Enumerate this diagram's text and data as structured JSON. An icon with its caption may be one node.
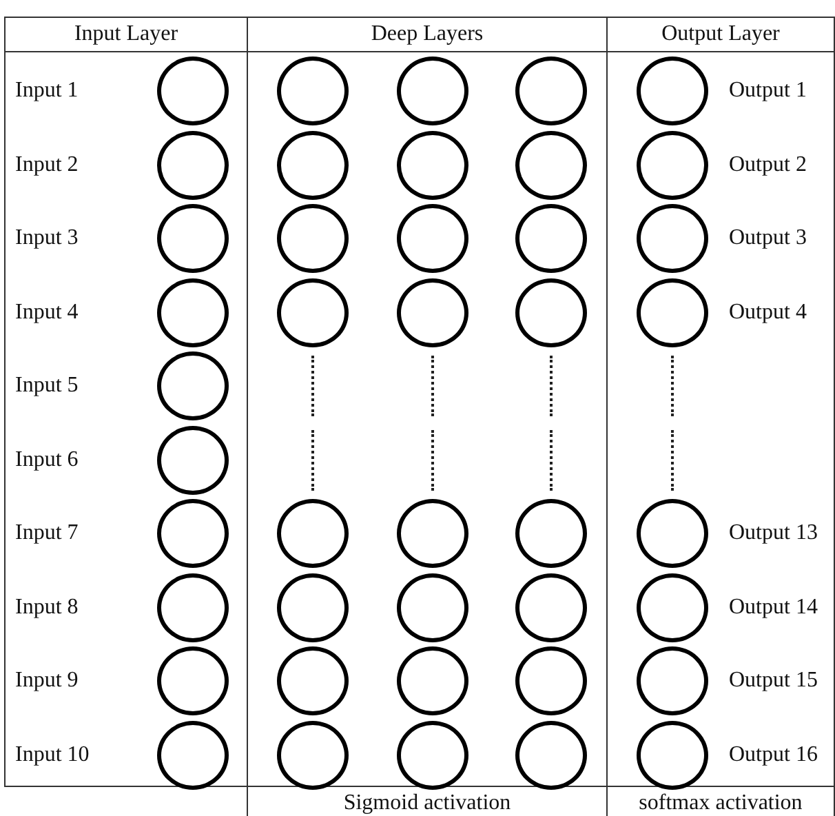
{
  "diagram": {
    "nodes": [
      {
        "text": [
          "Input Layer"
        ]
      },
      {
        "text": [],
        "shape": "circle",
        "in": 0,
        "beside": [
          "Input 1"
        ]
      },
      {
        "text": [],
        "shape": "circle",
        "in": 0,
        "beside": [
          "Input 2"
        ]
      },
      {
        "text": [],
        "shape": "circle",
        "in": 0,
        "beside": [
          "Input 3"
        ]
      },
      {
        "text": [],
        "shape": "circle",
        "in": 0,
        "beside": [
          "Input 4"
        ]
      },
      {
        "text": [],
        "shape": "circle",
        "in": 0,
        "beside": [
          "Input 5"
        ]
      },
      {
        "text": [],
        "shape": "circle",
        "in": 0,
        "beside": [
          "Input 6"
        ]
      },
      {
        "text": [],
        "shape": "circle",
        "in": 0,
        "beside": [
          "Input 7"
        ]
      },
      {
        "text": [],
        "shape": "circle",
        "in": 0,
        "beside": [
          "Input 8"
        ]
      },
      {
        "text": [],
        "shape": "circle",
        "in": 0,
        "beside": [
          "Input 9"
        ]
      },
      {
        "text": [],
        "shape": "circle",
        "in": 0,
        "beside": [
          "Input 10"
        ]
      },
      {
        "text": [
          "Deep Layers"
        ],
        "beside": [
          "Sigmoid activation"
        ]
      },
      {
        "text": [],
        "shape": "circle",
        "in": 11
      },
      {
        "text": [],
        "shape": "circle",
        "in": 11
      },
      {
        "text": [],
        "shape": "circle",
        "in": 11
      },
      {
        "text": [],
        "shape": "circle",
        "in": 11
      },
      {
        "text": [],
        "shape": "circle",
        "in": 11
      },
      {
        "text": [],
        "shape": "circle",
        "in": 11
      },
      {
        "text": [],
        "shape": "circle",
        "in": 11
      },
      {
        "text": [],
        "shape": "circle",
        "in": 11
      },
      {
        "text": [],
        "shape": "circle",
        "in": 11
      },
      {
        "text": [],
        "shape": "circle",
        "in": 11
      },
      {
        "text": [],
        "shape": "circle",
        "in": 11
      },
      {
        "text": [],
        "shape": "circle",
        "in": 11
      },
      {
        "text": [],
        "shape": "circle",
        "in": 11
      },
      {
        "text": [],
        "shape": "circle",
        "in": 11
      },
      {
        "text": [],
        "shape": "circle",
        "in": 11
      },
      {
        "text": [],
        "shape": "circle",
        "in": 11
      },
      {
        "text": [],
        "shape": "circle",
        "in": 11
      },
      {
        "text": [],
        "shape": "circle",
        "in": 11
      },
      {
        "text": [],
        "shape": "circle",
        "in": 11
      },
      {
        "text": [],
        "shape": "circle",
        "in": 11
      },
      {
        "text": [],
        "shape": "circle",
        "in": 11
      },
      {
        "text": [],
        "shape": "circle",
        "in": 11
      },
      {
        "text": [],
        "shape": "circle",
        "in": 11
      },
      {
        "text": [],
        "shape": "circle",
        "in": 11
      },
      {
        "text": [
          "Output Layer"
        ],
        "beside": [
          "softmax activation"
        ]
      },
      {
        "text": [],
        "shape": "circle",
        "in": 36,
        "beside": [
          "Output 1"
        ]
      },
      {
        "text": [],
        "shape": "circle",
        "in": 36,
        "beside": [
          "Output 2"
        ]
      },
      {
        "text": [],
        "shape": "circle",
        "in": 36,
        "beside": [
          "Output 3"
        ]
      },
      {
        "text": [],
        "shape": "circle",
        "in": 36,
        "beside": [
          "Output 4"
        ]
      },
      {
        "text": [],
        "shape": "circle",
        "in": 36,
        "beside": [
          "Output 13"
        ]
      },
      {
        "text": [],
        "shape": "circle",
        "in": 36,
        "beside": [
          "Output 14"
        ]
      },
      {
        "text": [],
        "shape": "circle",
        "in": 36,
        "beside": [
          "Output 15"
        ]
      },
      {
        "text": [],
        "shape": "circle",
        "in": 36,
        "beside": [
          "Output 16"
        ]
      }
    ]
  }
}
